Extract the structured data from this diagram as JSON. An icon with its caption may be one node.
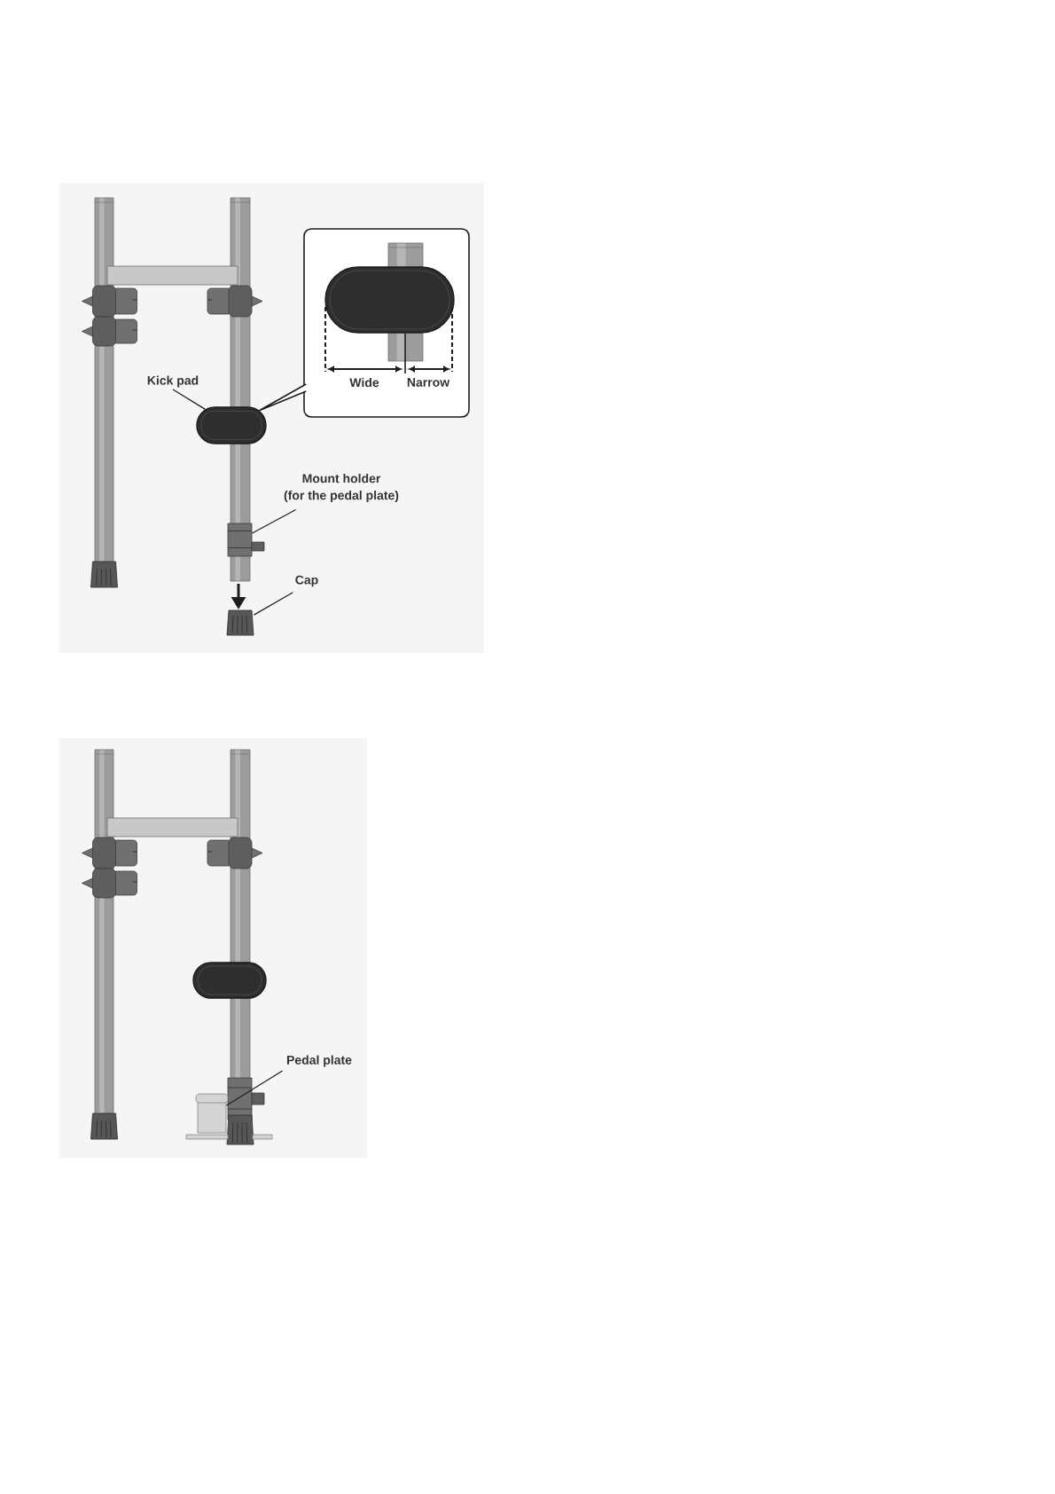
{
  "diagram": {
    "nodes": [
      {
        "text": [
          "Wide",
          "Narrow"
        ]
      },
      {
        "text": [
          "Kick pad"
        ]
      },
      {
        "text": [],
        "shape": "picture"
      },
      {
        "text": [
          "Mount holder",
          "(for the pedal plate)"
        ]
      },
      {
        "text": [],
        "shape": "picture"
      },
      {
        "text": [
          "Cap"
        ]
      },
      {
        "text": [],
        "shape": "picture"
      },
      {
        "text": [
          "Pedal plate"
        ]
      },
      {
        "text": [],
        "shape": "picture"
      }
    ],
    "edges": [
      {
        "from": 0,
        "to": 2,
        "arrow": "none"
      },
      {
        "from": 1,
        "to": 2,
        "arrow": "none"
      },
      {
        "from": 3,
        "to": 4,
        "arrow": "none"
      },
      {
        "from": 5,
        "to": 6,
        "arrow": "none"
      },
      {
        "from": 7,
        "to": 8,
        "arrow": "none"
      }
    ]
  }
}
